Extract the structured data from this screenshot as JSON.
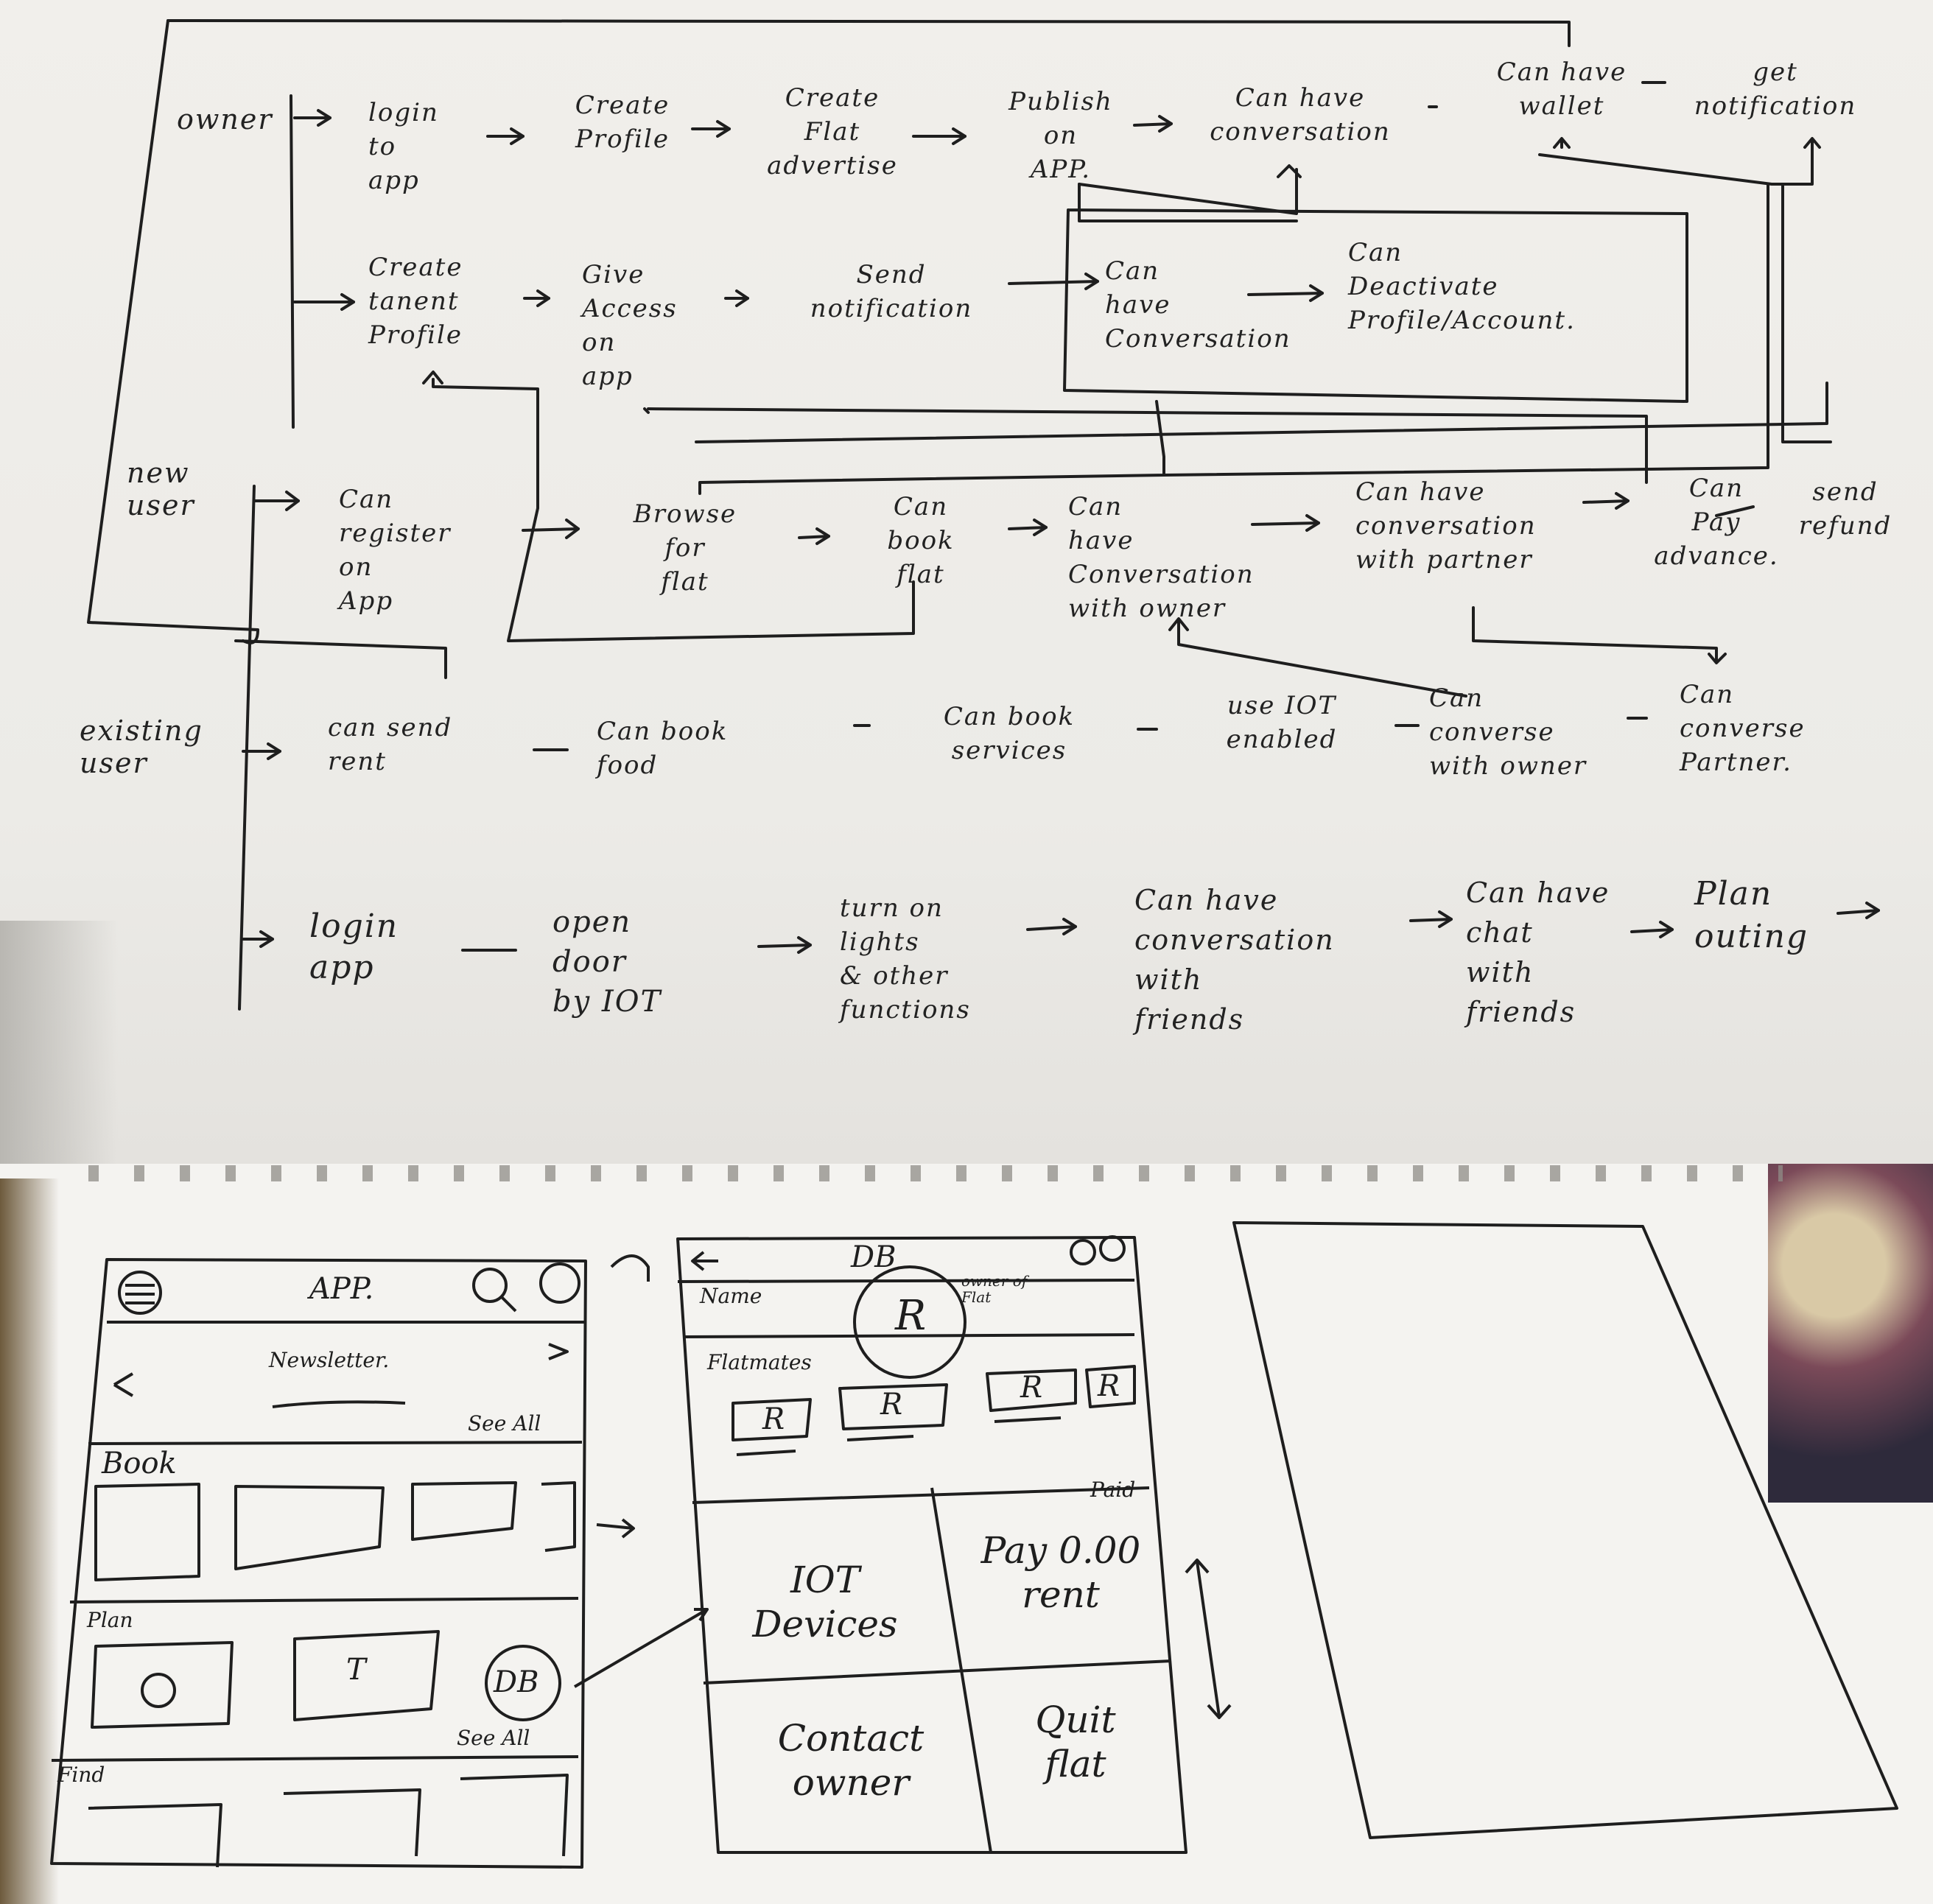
{
  "flow": {
    "lanes": {
      "owner": "owner",
      "new_user": "new\nuser",
      "existing_user": "existing\nuser"
    },
    "owner_row1": [
      "login\nto\napp",
      "Create\nProfile",
      "Create\nFlat\nadvertise",
      "Publish\non\nAPP.",
      "Can have\nconversation",
      "Can have\nwallet",
      "get\nnotification"
    ],
    "owner_row2": [
      "Create\ntanent\nProfile",
      "Give\nAccess\non\napp",
      "Send\nnotification",
      "Can\nhave\nConversation",
      "Can\nDeactivate\nProfile/Account."
    ],
    "new_user_row": [
      "Can\nregister\non\nApp",
      "Browse\nfor\nflat",
      "Can\nbook\nflat",
      "Can\nhave\nConversation\nwith owner",
      "Can have\nconversation\nwith partner",
      "Can\nPay\nadvance.",
      "send\nrefund"
    ],
    "existing_row1": [
      "can send\nrent",
      "Can book\nfood",
      "Can book\nservices",
      "use IOT\nenabled",
      "Can\nconverse\nwith owner",
      "Can\nconverse\nPartner."
    ],
    "existing_row2": [
      "login\napp",
      "open\ndoor\nby IOT",
      "turn on\nlights\n& other\nfunctions",
      "Can have\nconversation\nwith\nfriends",
      "Can have\nchat\nwith\nfriends",
      "Plan\nouting"
    ]
  },
  "wireframes": {
    "app_screen": {
      "title": "APP.",
      "banner": "Newsletter.",
      "see_all_1": "See All",
      "section_book": "Book",
      "section_plan": "Plan",
      "db_badge": "DB",
      "tile_t": "T",
      "see_all_2": "See All",
      "section_find": "Find"
    },
    "db_screen": {
      "title": "DB",
      "name_label": "Name",
      "owner_label": "owner of\nFlat",
      "avatar_letter": "R",
      "section_flatmates": "Flatmates",
      "flatmate_letter": "R",
      "paid_label": "Paid",
      "tile_iot": "IOT\nDevices",
      "tile_pay": "Pay 0.00\nrent",
      "tile_contact": "Contact\nowner",
      "tile_quit": "Quit\nflat"
    },
    "colors": {
      "ink": "#1e1e1e",
      "paper": "#f1efeb"
    }
  }
}
